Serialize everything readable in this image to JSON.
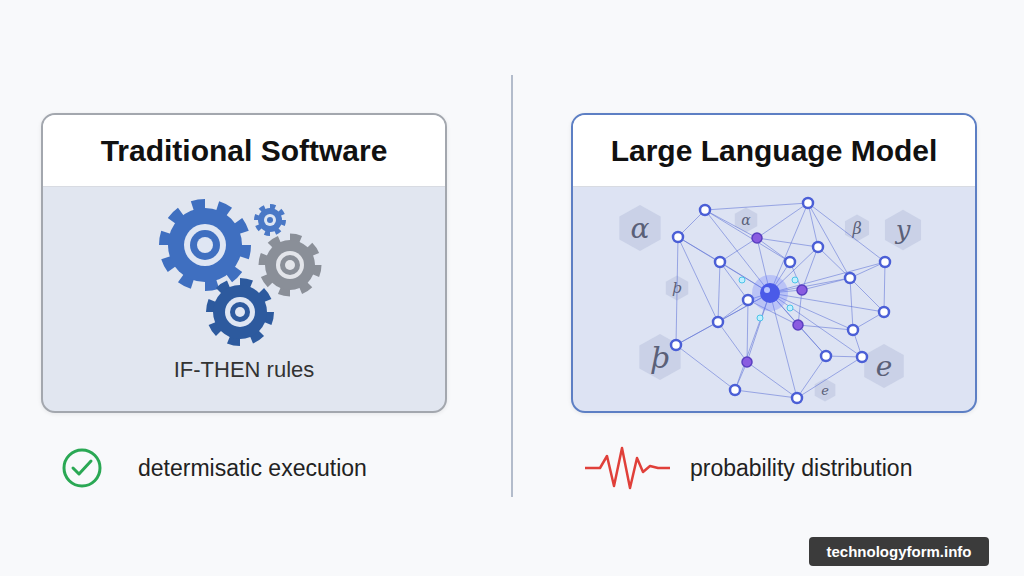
{
  "diagram": {
    "nodes": [
      {
        "text": [
          "Traditional Software",
          "IF-THEN rules"
        ]
      },
      {
        "text": [
          "Large Language Model"
        ]
      },
      {
        "text": [
          "α"
        ],
        "in": 1
      },
      {
        "text": [
          "α"
        ],
        "in": 1
      },
      {
        "text": [
          "β"
        ],
        "in": 1
      },
      {
        "text": [
          "y"
        ],
        "in": 1
      },
      {
        "text": [
          "þ"
        ],
        "in": 1
      },
      {
        "text": [
          "þ"
        ],
        "in": 1
      },
      {
        "text": [
          "e"
        ],
        "in": 1
      },
      {
        "text": [
          "e"
        ],
        "in": 1
      }
    ],
    "labels": [
      "determisatic execution",
      "probability distribution",
      "technologyform.info"
    ]
  }
}
